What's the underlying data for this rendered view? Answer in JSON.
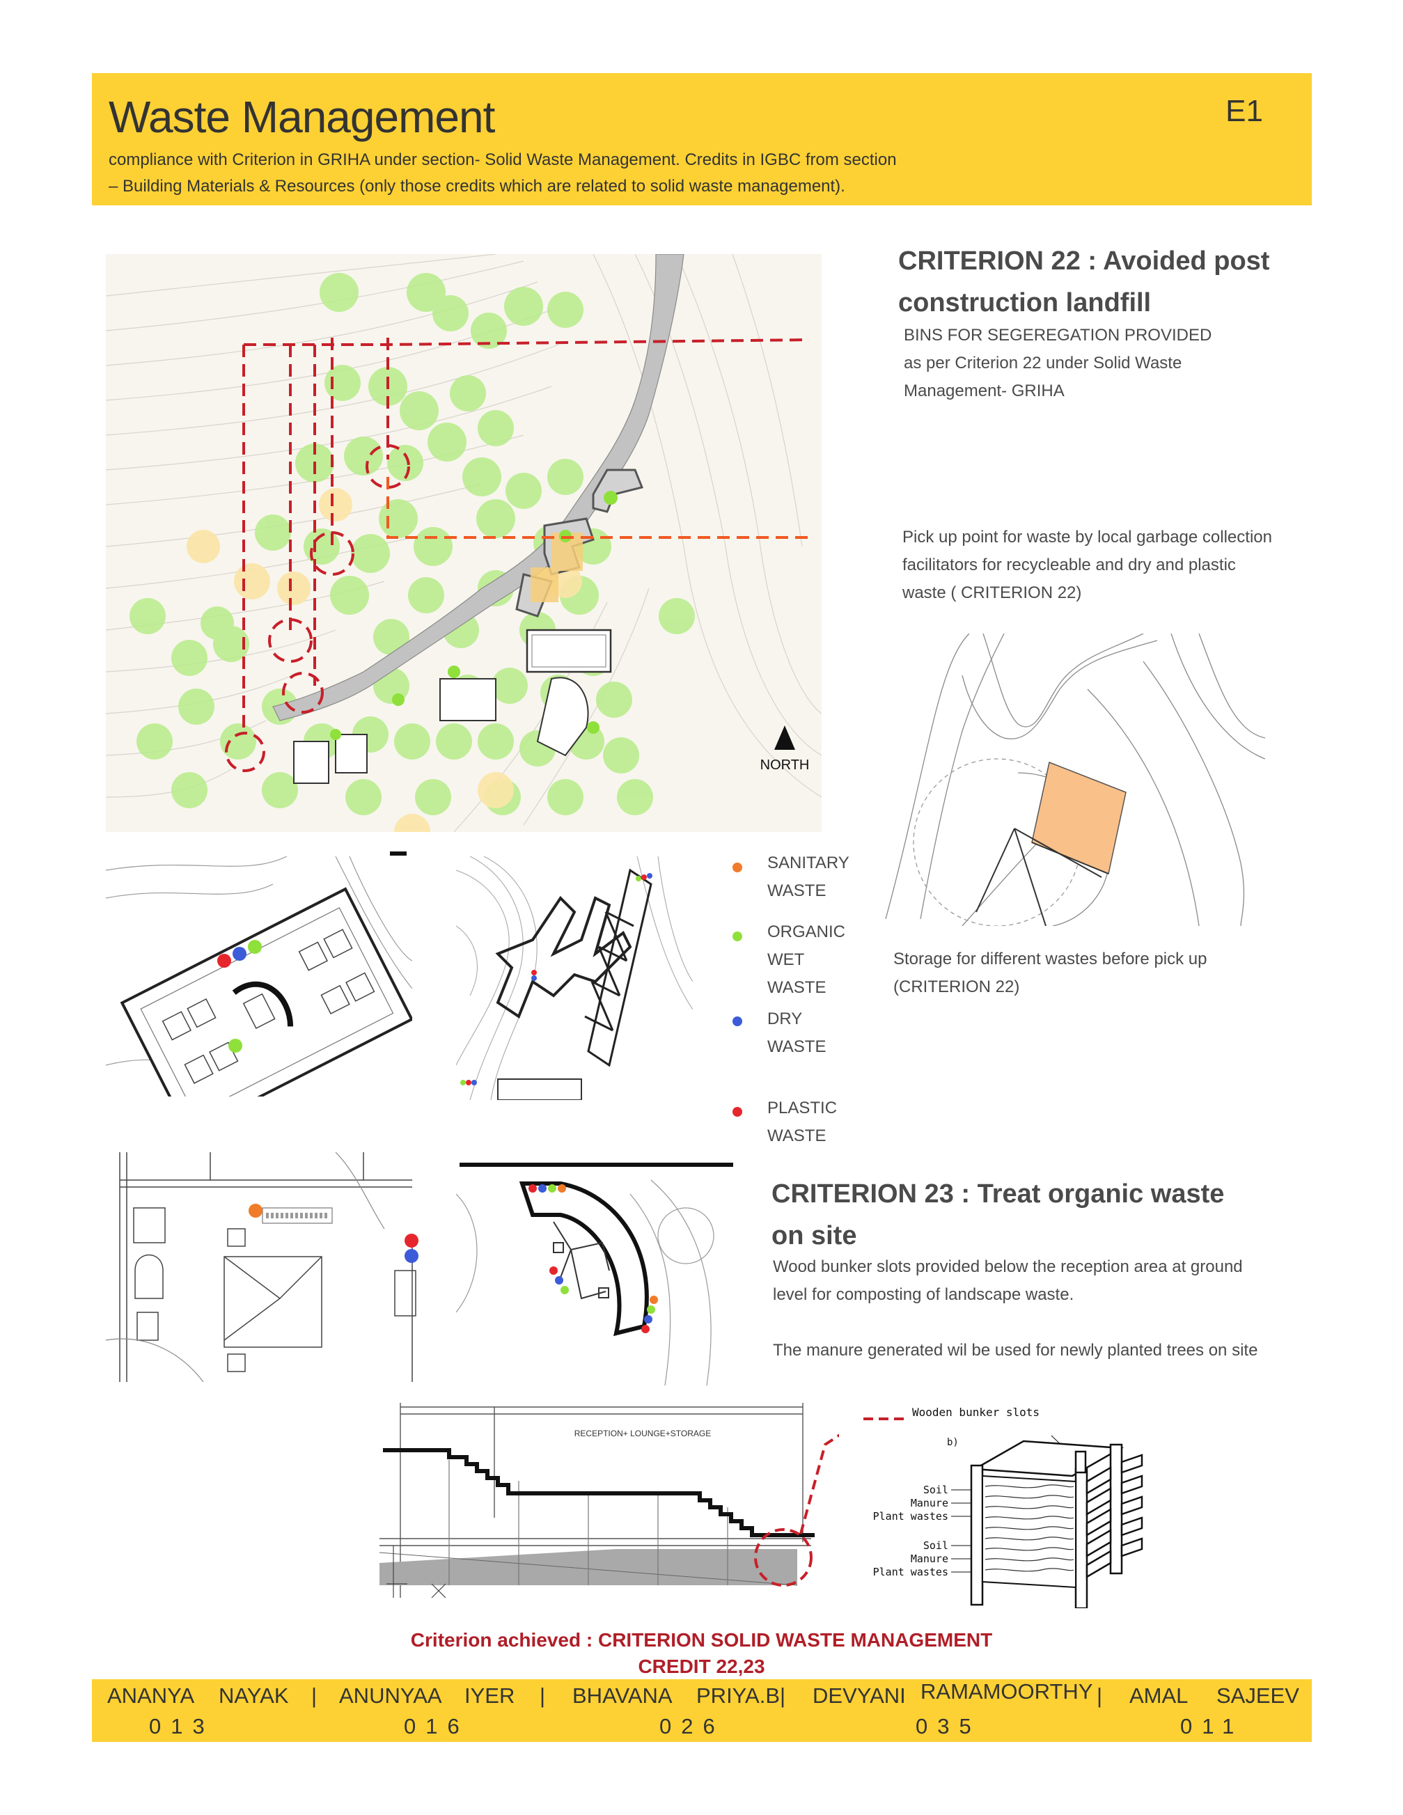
{
  "header": {
    "title": "Waste Management",
    "code": "E1",
    "subtitle_line1": "compliance with Criterion in GRIHA under section- Solid Waste Management. Credits in IGBC from section",
    "subtitle_line2": "– Building Materials & Resources (only those credits which are related to solid waste management)."
  },
  "criterion22": {
    "heading_line1": "CRITERION 22 : Avoided post",
    "heading_line2": "construction landfill",
    "bins_line1": "BINS FOR SEGEREGATION PROVIDED",
    "bins_line2": "as per Criterion 22 under Solid Waste",
    "bins_line3": "Management- GRIHA",
    "pickup_line1": "Pick up point for waste by local garbage collection",
    "pickup_line2": "facilitators for recycleable and dry and plastic",
    "pickup_line3": "waste ( CRITERION 22)",
    "storage_line1": "Storage for different wastes before pick up",
    "storage_line2": "(CRITERION 22)"
  },
  "site_plan": {
    "north_label": "NORTH"
  },
  "legend": [
    {
      "line1": "SANITARY",
      "line2": "WASTE",
      "color": "#f07b2a"
    },
    {
      "line1": "ORGANIC",
      "line2": "WET WASTE",
      "color": "#8fe03a"
    },
    {
      "line1": "DRY WASTE",
      "line2": "",
      "color": "#3b5bd9"
    },
    {
      "line1": "PLASTIC WASTE",
      "line2": "",
      "color": "#e5262c"
    }
  ],
  "criterion23": {
    "heading_line1": "CRITERION 23 : Treat organic waste",
    "heading_line2": "on site",
    "body_line1": "Wood bunker slots provided below the reception area at ground",
    "body_line2": "level for composting of landscape waste.",
    "body_line3": "The manure generated wil be used for newly planted trees on site"
  },
  "section": {
    "label": "RECEPTION+ LOUNGE+STORAGE"
  },
  "bunker": {
    "title": "Wooden bunker slots",
    "sub": "b)",
    "layers": [
      "Soil",
      "Manure",
      "Plant wastes",
      "Soil",
      "Manure",
      "Plant wastes"
    ]
  },
  "achievement": {
    "line1": "Criterion achieved : CRITERION SOLID WASTE MANAGEMENT",
    "line2": "CREDIT 22,23"
  },
  "footer": {
    "members": [
      {
        "first": "ANANYA",
        "last": "NAYAK",
        "num": "013"
      },
      {
        "first": "ANUNYAA",
        "last": "IYER",
        "num": "016"
      },
      {
        "first": "BHAVANA",
        "last": "PRIYA.B|",
        "num": "026"
      },
      {
        "first": "DEVYANI",
        "last": "RAMAMOORTHY",
        "num": "035"
      },
      {
        "first": "AMAL",
        "last": "SAJEEV",
        "num": "011"
      }
    ],
    "separator": "|"
  },
  "colors": {
    "header_bg": "#fdd133",
    "callout_red": "#c8202a",
    "callout_orange": "#f05a22",
    "tree_green": "#b8ec8a",
    "tree_yellow": "#fbe5a6",
    "storage_fill": "#f9c08a",
    "achievement": "#b01e28"
  }
}
